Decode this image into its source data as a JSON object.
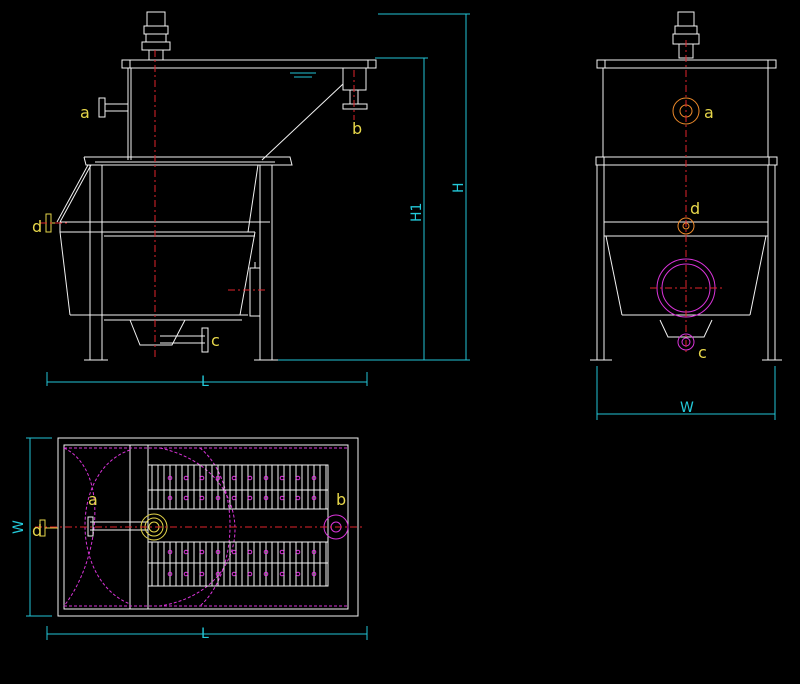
{
  "labels": {
    "inlet": "a",
    "outlet": "b",
    "drain": "c",
    "overflow": "d",
    "length": "L",
    "width": "W",
    "height": "H",
    "height1": "H1"
  },
  "colors": {
    "background": "#000000",
    "outline": "#f2f2f2",
    "dimension": "#22c5d6",
    "centerline": "#e0242b",
    "hidden_magenta": "#d934d9",
    "label_yellow": "#e6d64a",
    "flange_orange": "#ef8a2a"
  },
  "views": [
    "front-elevation",
    "side-elevation",
    "plan-view"
  ]
}
